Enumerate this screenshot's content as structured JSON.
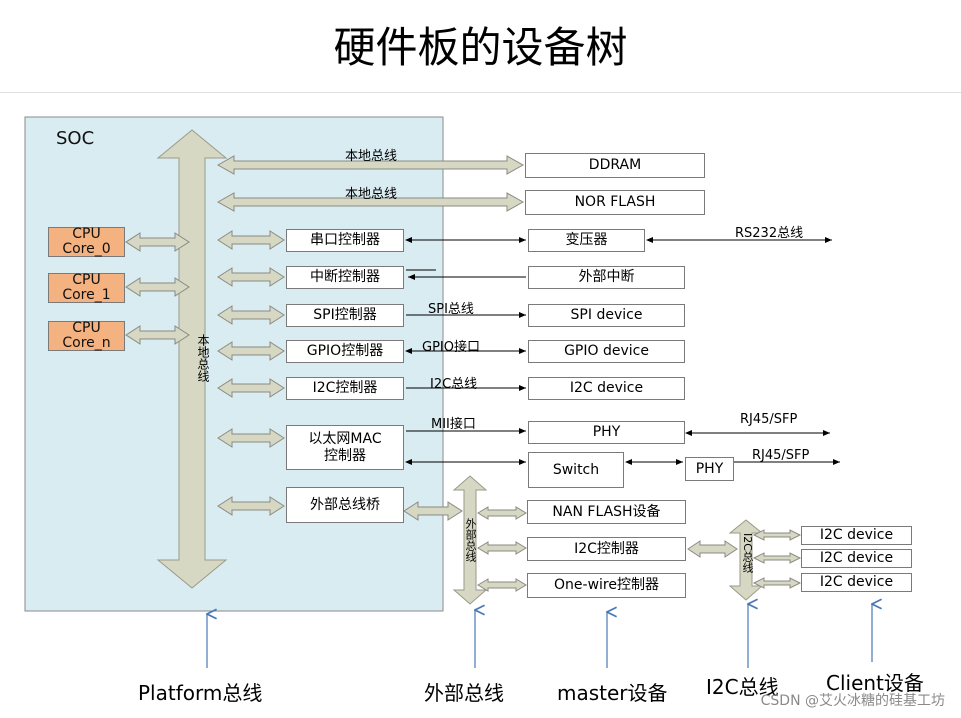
{
  "title": "硬件板的设备树",
  "soc": {
    "label": "SOC",
    "bus_label": "本地总线",
    "cores": [
      "CPU\nCore_0",
      "CPU\nCore_1",
      "CPU\nCore_n"
    ],
    "controllers": [
      "串口控制器",
      "中断控制器",
      "SPI控制器",
      "GPIO控制器",
      "I2C控制器",
      "以太网MAC\n控制器",
      "外部总线桥"
    ]
  },
  "devices": {
    "ddram": "DDRAM",
    "nor_flash": "NOR FLASH",
    "transformer": "变压器",
    "ext_interrupt": "外部中断",
    "spi_device": "SPI device",
    "gpio_device": "GPIO device",
    "i2c_device": "I2C device",
    "phy": "PHY",
    "switch": "Switch",
    "phy2": "PHY",
    "nan_flash": "NAN FLASH设备",
    "i2c_controller": "I2C控制器",
    "onewire": "One-wire控制器",
    "client_i2c": [
      "I2C device",
      "I2C device",
      "I2C device"
    ]
  },
  "link_labels": {
    "local_bus_1": "本地总线",
    "local_bus_2": "本地总线",
    "rs232": "RS232总线",
    "spi_bus": "SPI总线",
    "gpio_port": "GPIO接口",
    "i2c_bus": "I2C总线",
    "mii": "MII接口",
    "rj45_1": "RJ45/SFP",
    "rj45_2": "RJ45/SFP",
    "ext_bus_vertical": "外部总线",
    "i2c_bus_vertical": "I2C总线"
  },
  "bottom_labels": {
    "platform": "Platform总线",
    "external": "外部总线",
    "master": "master设备",
    "i2c": "I2C总线",
    "client": "Client设备"
  },
  "watermark": "CSDN @艾火冰糖的硅基工坊",
  "colors": {
    "soc_fill": "#d9ecf2",
    "core_fill": "#f3b27f",
    "bus_arrow_fill": "#d6d8c4",
    "line": "#000000",
    "pointer": "#4a78b5"
  }
}
